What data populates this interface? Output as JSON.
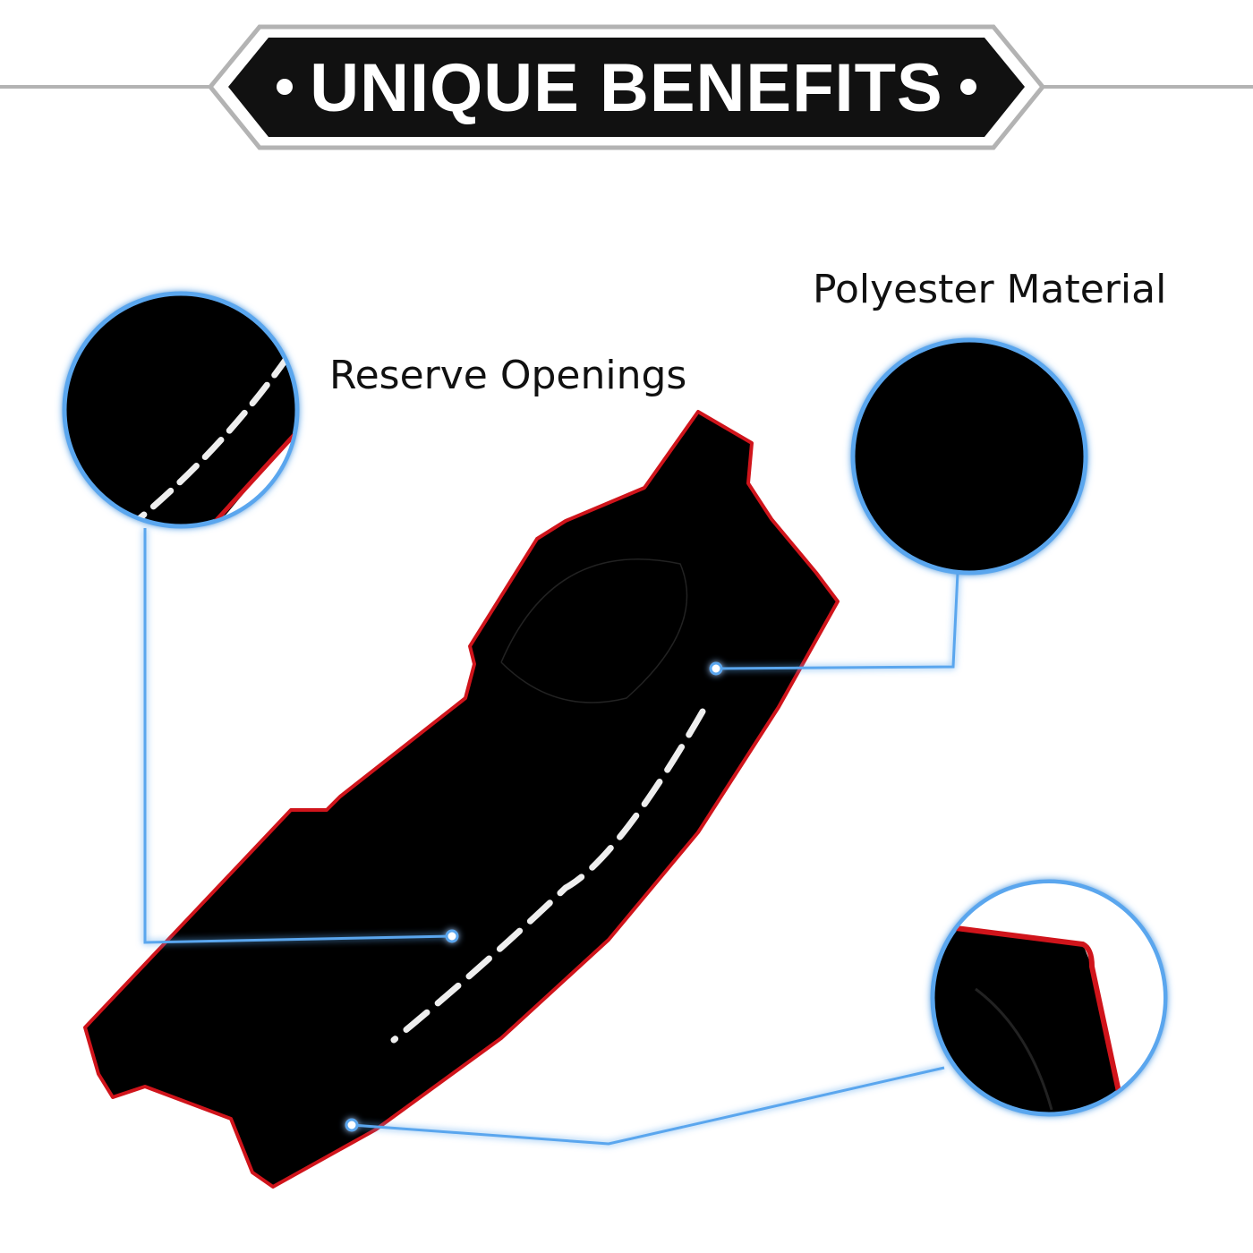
{
  "header": {
    "title": "UNIQUE BENEFITS"
  },
  "callouts": [
    {
      "label": "Reserve Openings"
    },
    {
      "label": "Polyester Material"
    }
  ],
  "colors": {
    "mat": "#000000",
    "trim": "#d0141b",
    "connector": "#5aa6ee",
    "banner": "#111111"
  }
}
